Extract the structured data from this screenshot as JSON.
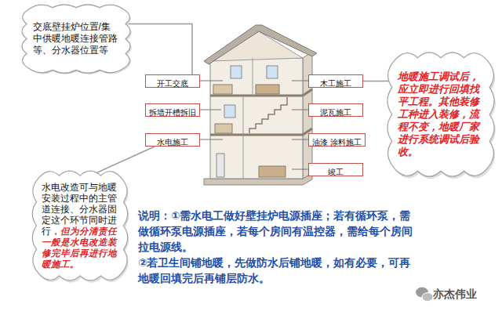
{
  "diagram": {
    "nodes": [
      {
        "text": [
          "交底壁挂炉位置/集中供暖地暖连接管路等、分水器位置等"
        ]
      },
      {
        "text": [
          "开工交底"
        ]
      },
      {
        "text": [
          "木工施工"
        ]
      },
      {
        "text": [
          "拆墙开槽拆旧"
        ]
      },
      {
        "text": [
          "泥瓦施工"
        ]
      },
      {
        "text": [
          "地暖施工调试后，应立即进行回填找平工程。其他装修工种进入装修，流程不变，地暖厂家进行系统调试后验收。"
        ]
      },
      {
        "text": [
          "水电施工"
        ]
      },
      {
        "text": [
          "油漆 涂料施工"
        ]
      },
      {
        "text": [
          "竣工"
        ]
      },
      {
        "text": [
          "水电改造可与地暖安装过程中的主管道连接、分水器固定这个环节同时进行，",
          "但为分清责任一般是水电改造装修完毕后再进行地暖施工。"
        ]
      }
    ],
    "edges": [
      {
        "from": 0,
        "to": 1,
        "arrow": "none"
      },
      {
        "from": 2,
        "to": 5,
        "arrow": "none"
      },
      {
        "from": 9,
        "to": 6,
        "arrow": "none"
      }
    ],
    "labels": [
      "说明：①需水电工做好壁挂炉电源插座；若有循环泵，需做循环泵电源插座，若每个房间有温控器，需给每个房间拉电源线。",
      "②若卫生间铺地暖，先做防水后铺地暖，如有必要，可再地暖回填完后再铺层防水。",
      "亦杰伟业"
    ]
  }
}
